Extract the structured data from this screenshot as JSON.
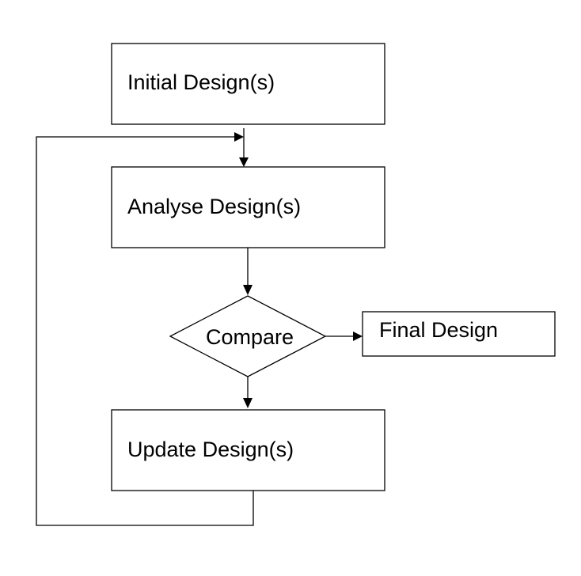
{
  "nodes": {
    "initial": {
      "label": "Initial Design(s)"
    },
    "analyse": {
      "label": "Analyse Design(s)"
    },
    "compare": {
      "label": "Compare"
    },
    "final": {
      "label": "Final Design"
    },
    "update": {
      "label": "Update Design(s)"
    }
  },
  "colors": {
    "stroke": "#000000",
    "fill": "#ffffff"
  }
}
